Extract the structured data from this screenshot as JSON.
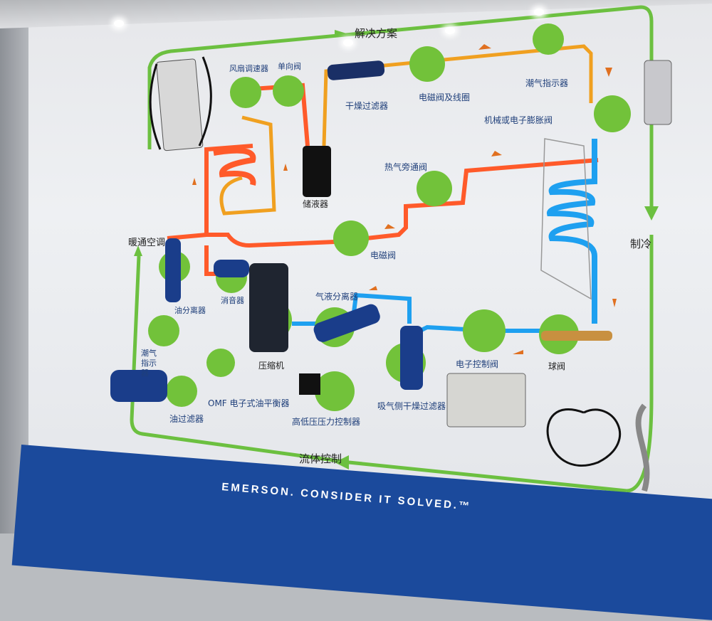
{
  "board": {
    "section_solutions": "解决方案",
    "section_hvac": "暖通空调",
    "section_refrigeration": "制冷",
    "section_flow_control": "流体控制",
    "banner": "EMERSON. CONSIDER IT SOLVED.™"
  },
  "components": {
    "fan_speed_controller": "风扇调速器",
    "check_valve": "单向阀",
    "filter_drier": "干燥过滤器",
    "solenoid_valve_coil": "电磁阀及线圈",
    "moisture_indicator_top": "潮气指示器",
    "expansion_valve": "机械或电子膨胀阀",
    "hot_gas_bypass": "热气旁通阀",
    "receiver": "储液器",
    "solenoid_valve": "电磁阀",
    "oil_separator": "油分离器",
    "muffler": "消音器",
    "accumulator": "气液分离器",
    "compressor": "压缩机",
    "moisture_indicator_left": "潮气指示器",
    "electronic_control_valve": "电子控制阀",
    "ball_valve": "球阀",
    "oil_balancer": "OMF 电子式油平衡器",
    "suction_filter": "吸气侧干燥过滤器",
    "oil_filter": "油过滤器",
    "pressure_control": "高低压压力控制器"
  },
  "colors": {
    "hot": "#ff5a2a",
    "warm": "#f0a020",
    "cold": "#1ea0f0",
    "flow": "#6cc040",
    "banner": "#1b4a9c",
    "disc": "#72c23a"
  }
}
